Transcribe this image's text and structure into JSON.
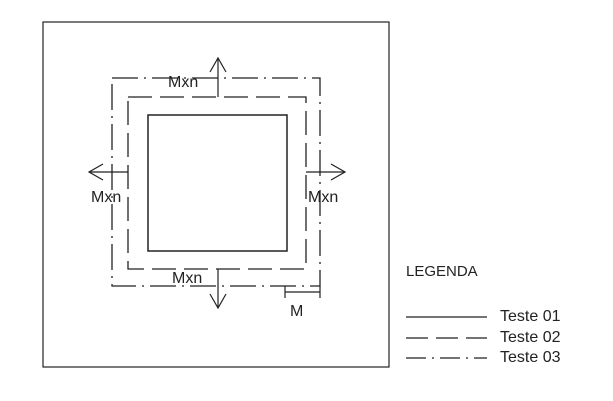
{
  "labels": {
    "top": "Mxn",
    "left": "Mxn",
    "right": "Mxn",
    "bottom": "Mxn",
    "dimension": "M"
  },
  "legend": {
    "title": "LEGENDA",
    "items": [
      {
        "label": "Teste 01",
        "style": "solid"
      },
      {
        "label": "Teste 02",
        "style": "dashed"
      },
      {
        "label": "Teste 03",
        "style": "dash-dot"
      }
    ]
  },
  "colors": {
    "line": "#222222",
    "background": "#ffffff"
  }
}
